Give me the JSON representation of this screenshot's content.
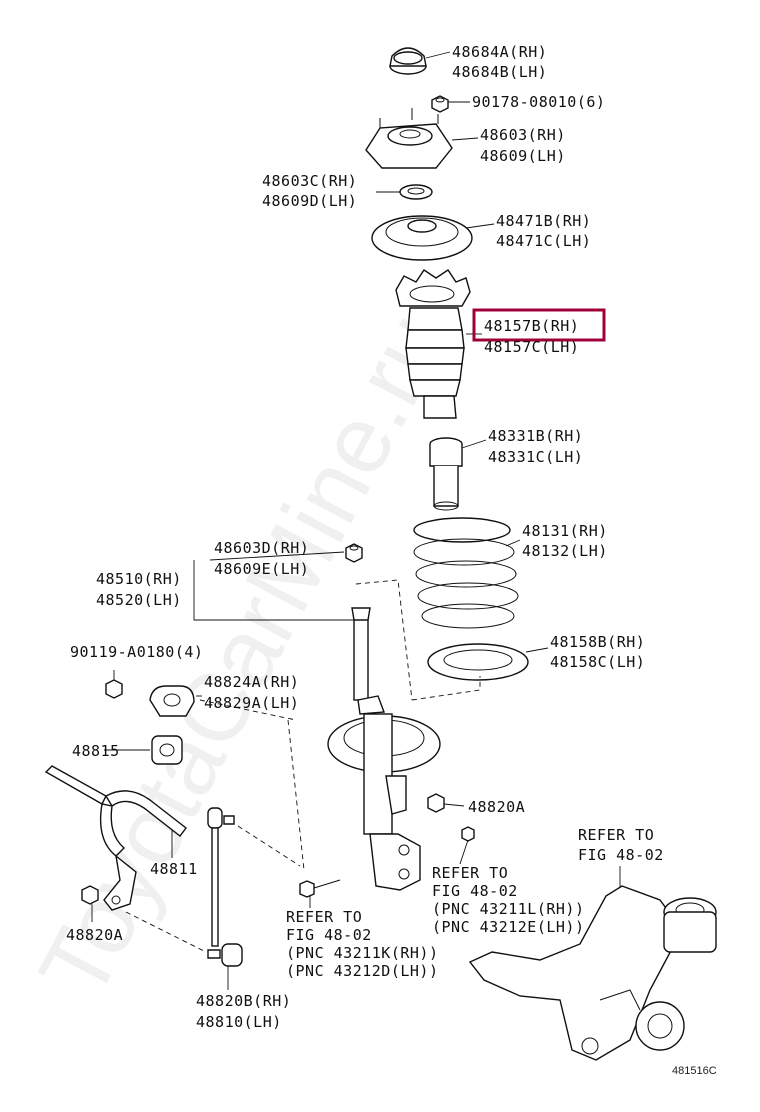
{
  "watermark": "ToyotaCarMine.ru",
  "figure_code": "481516C",
  "highlight_color": "#a0003a",
  "labels": {
    "p48684": [
      "48684A(RH)",
      "48684B(LH)"
    ],
    "p90178": [
      "90178-08010(6)"
    ],
    "p48603": [
      "48603(RH)",
      "48609(LH)"
    ],
    "p48603c": [
      "48603C(RH)",
      "48609D(LH)"
    ],
    "p48471": [
      "48471B(RH)",
      "48471C(LH)"
    ],
    "p48157": [
      "48157B(RH)",
      "48157C(LH)"
    ],
    "p48331": [
      "48331B(RH)",
      "48331C(LH)"
    ],
    "p48131": [
      "48131(RH)",
      "48132(LH)"
    ],
    "p48603d": [
      "48603D(RH)",
      "48609E(LH)"
    ],
    "p48510": [
      "48510(RH)",
      "48520(LH)"
    ],
    "p48158": [
      "48158B(RH)",
      "48158C(LH)"
    ],
    "p90119": [
      "90119-A0180(4)"
    ],
    "p48824": [
      "48824A(RH)",
      "48829A(LH)"
    ],
    "p48815": [
      "48815"
    ],
    "p48820a_right": [
      "48820A"
    ],
    "p48811": [
      "48811"
    ],
    "p48820a_left": [
      "48820A"
    ],
    "p48820b": [
      "48820B(RH)",
      "48810(LH)"
    ],
    "refer_knuckle": [
      "REFER TO",
      "FIG 48-02"
    ],
    "refer_mid": [
      "REFER TO",
      "FIG 48-02",
      "(PNC 43211L(RH))",
      "(PNC 43212E(LH))"
    ],
    "refer_low": [
      "REFER TO",
      "FIG 48-02",
      "(PNC 43211K(RH))",
      "(PNC 43212D(LH))"
    ]
  }
}
